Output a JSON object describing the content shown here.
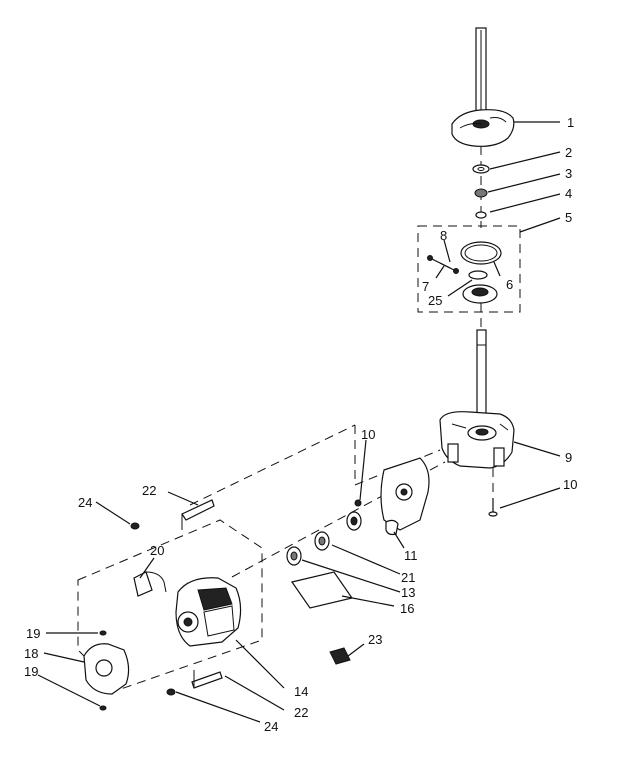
{
  "callouts": [
    "1",
    "2",
    "3",
    "4",
    "5",
    "6",
    "7",
    "8",
    "9",
    "10",
    "10",
    "11",
    "13",
    "14",
    "16",
    "18",
    "19",
    "19",
    "20",
    "21",
    "22",
    "22",
    "23",
    "24",
    "24",
    "25"
  ]
}
